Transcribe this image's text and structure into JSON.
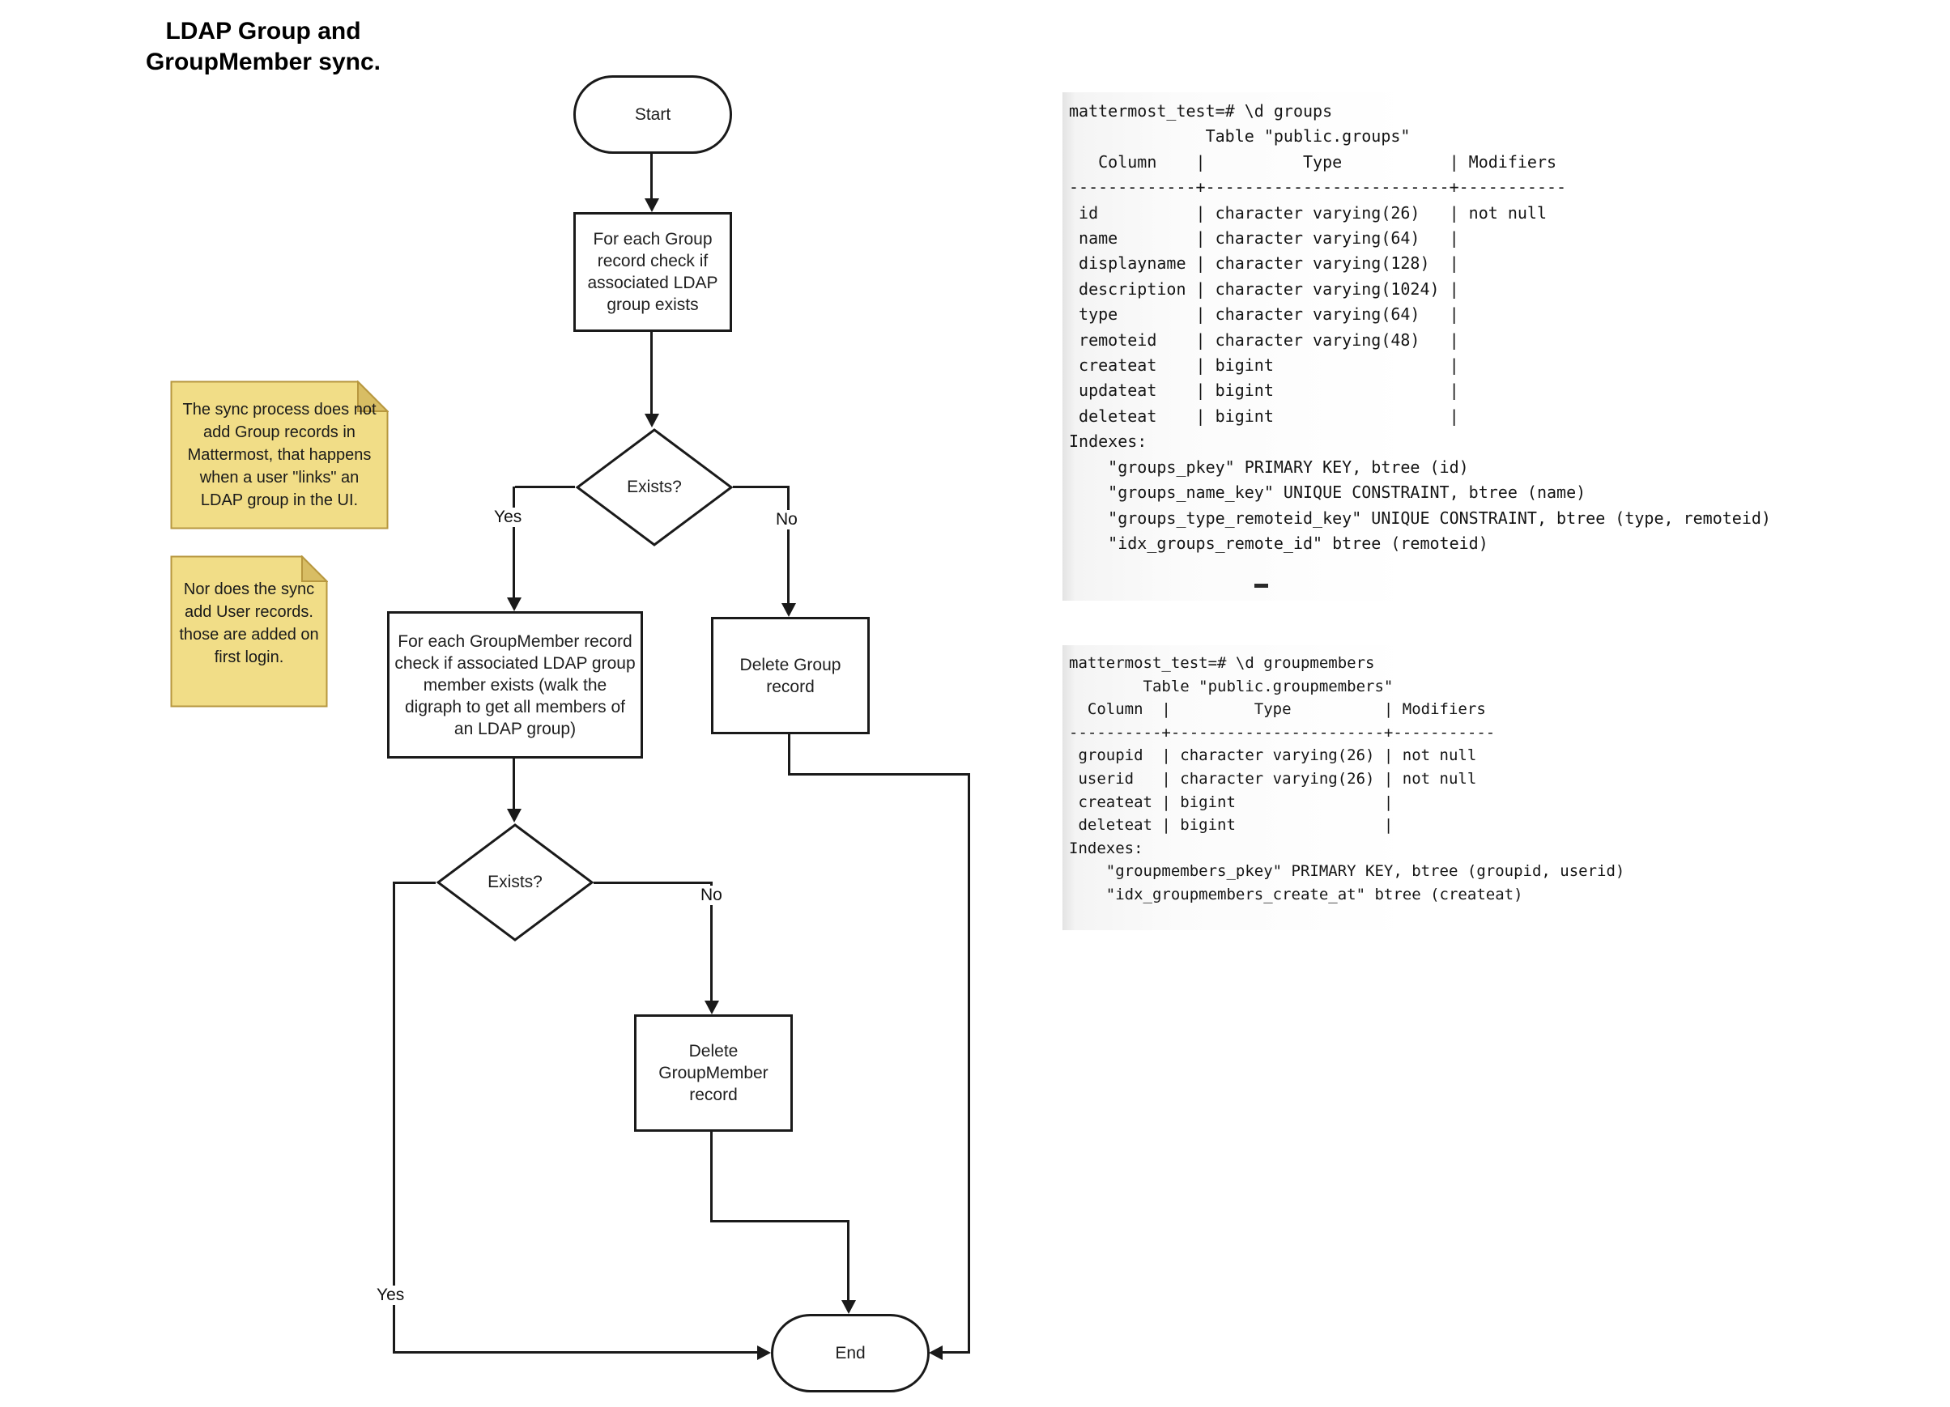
{
  "title": "LDAP Group and\nGroupMember sync.",
  "flowchart": {
    "nodes": {
      "start": {
        "label": "Start"
      },
      "check_group": {
        "label": "For each Group record check if associated LDAP group exists"
      },
      "group_exists": {
        "label": "Exists?"
      },
      "check_groupmember": {
        "label": "For each GroupMember record check if associated LDAP group member exists (walk the digraph to get all members of an LDAP group)"
      },
      "delete_group": {
        "label": "Delete Group record"
      },
      "member_exists": {
        "label": "Exists?"
      },
      "delete_groupmember": {
        "label": "Delete GroupMember record"
      },
      "end": {
        "label": "End"
      }
    },
    "edge_labels": {
      "group_yes": "Yes",
      "group_no": "No",
      "member_yes": "Yes",
      "member_no": "No"
    }
  },
  "notes": [
    {
      "text": "The sync process does not add Group records in Mattermost, that happens when a user \"links\" an LDAP group in the UI."
    },
    {
      "text": "Nor does the sync add User records. those are added on first login."
    }
  ],
  "terminals": [
    {
      "text": "mattermost_test=# \\d groups\n              Table \"public.groups\"\n   Column    |          Type           | Modifiers\n-------------+-------------------------+-----------\n id          | character varying(26)   | not null\n name        | character varying(64)   |\n displayname | character varying(128)  |\n description | character varying(1024) |\n type        | character varying(64)   |\n remoteid    | character varying(48)   |\n createat    | bigint                  |\n updateat    | bigint                  |\n deleteat    | bigint                  |\nIndexes:\n    \"groups_pkey\" PRIMARY KEY, btree (id)\n    \"groups_name_key\" UNIQUE CONSTRAINT, btree (name)\n    \"groups_type_remoteid_key\" UNIQUE CONSTRAINT, btree (type, remoteid)\n    \"idx_groups_remote_id\" btree (remoteid)"
    },
    {
      "text": "mattermost_test=# \\d groupmembers\n        Table \"public.groupmembers\"\n  Column  |         Type          | Modifiers\n----------+-----------------------+-----------\n groupid  | character varying(26) | not null\n userid   | character varying(26) | not null\n createat | bigint                |\n deleteat | bigint                |\nIndexes:\n    \"groupmembers_pkey\" PRIMARY KEY, btree (groupid, userid)\n    \"idx_groupmembers_create_at\" btree (createat)"
    }
  ],
  "colors": {
    "line": "#1a1a1a",
    "note_fill": "#f1dd87",
    "note_fold": "#d8bd64",
    "note_border": "#b7973f",
    "terminal_bg_edge": "#e3e3e3",
    "text": "#1f1f1f"
  }
}
